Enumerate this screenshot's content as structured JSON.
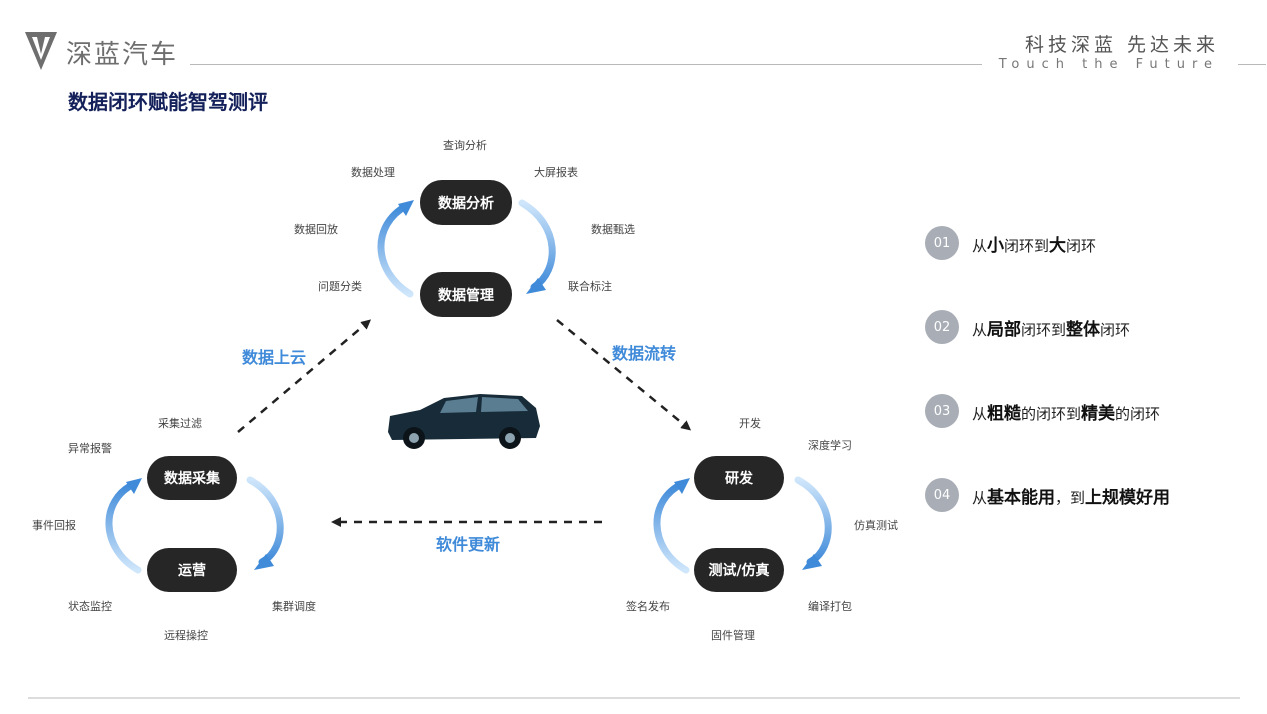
{
  "header": {
    "brand_name": "深蓝汽车",
    "slogan_cn": "科技深蓝 先达未来",
    "slogan_en": "Touch the Future"
  },
  "page_title": "数据闭环赋能智驾测评",
  "cycles": {
    "top": {
      "nodes": [
        "数据分析",
        "数据管理"
      ],
      "labels": [
        "查询分析",
        "数据处理",
        "大屏报表",
        "数据回放",
        "数据甄选",
        "问题分类",
        "联合标注"
      ]
    },
    "left": {
      "nodes": [
        "数据采集",
        "运营"
      ],
      "labels": [
        "采集过滤",
        "异常报警",
        "事件回报",
        "状态监控",
        "远程操控",
        "集群调度"
      ]
    },
    "right": {
      "nodes": [
        "研发",
        "测试/仿真"
      ],
      "labels": [
        "开发",
        "深度学习",
        "仿真测试",
        "签名发布",
        "编译打包",
        "固件管理"
      ]
    }
  },
  "flows": {
    "upload": "数据上云",
    "transfer": "数据流转",
    "ota": "软件更新"
  },
  "points": [
    {
      "num": "01",
      "parts": [
        "从",
        "小",
        "闭环到",
        "大",
        "闭环"
      ]
    },
    {
      "num": "02",
      "parts": [
        "从",
        "局部",
        "闭环到",
        "整体",
        "闭环"
      ]
    },
    {
      "num": "03",
      "parts": [
        "从",
        "粗糙",
        "的闭环到",
        "精美",
        "的闭环"
      ]
    },
    {
      "num": "04",
      "parts": [
        "从",
        "基本能用",
        "，到",
        "上规模好用",
        ""
      ]
    }
  ],
  "colors": {
    "accent_blue": "#3f8ad9",
    "arrow_light": "#6fb4f2",
    "pill_dark": "#262626",
    "title_navy": "#14205a",
    "badge_gray": "#a8adb6"
  }
}
